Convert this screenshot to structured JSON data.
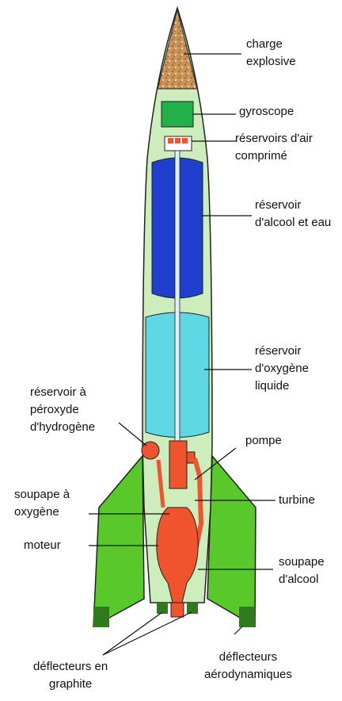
{
  "diagram": {
    "labels": {
      "charge_explosive": [
        "charge",
        "explosive"
      ],
      "gyroscope": [
        "gyroscope"
      ],
      "reservoirs_air_comprime": [
        "réservoirs d'air",
        "comprimé"
      ],
      "reservoir_alcool_eau": [
        "réservoir",
        "d'alcool et eau"
      ],
      "reservoir_oxygene_liquide": [
        "réservoir",
        "d'oxygène",
        "liquide"
      ],
      "reservoir_peroxyde": [
        "réservoir à",
        "péroxyde",
        "d'hydrogène"
      ],
      "pompe": [
        "pompe"
      ],
      "soupape_oxygene": [
        "soupape à",
        "oxygène"
      ],
      "turbine": [
        "turbine"
      ],
      "moteur": [
        "moteur"
      ],
      "soupape_alcool": [
        "soupape",
        "d'alcool"
      ],
      "deflecteurs_graphite": [
        "déflecteurs en",
        "graphite"
      ],
      "deflecteurs_aerodynamiques": [
        "déflecteurs",
        "aérodynamiques"
      ]
    },
    "colors": {
      "hull": "#cdeebc",
      "fins": "#58c82a",
      "fin_dark": "#2f7a1c",
      "warhead": "#c9935a",
      "gyroscope": "#22b04a",
      "alcohol_tank": "#1f3fcf",
      "oxygen_tank": "#5fd8e6",
      "engine": "#f0542e",
      "outline": "#222222"
    }
  }
}
